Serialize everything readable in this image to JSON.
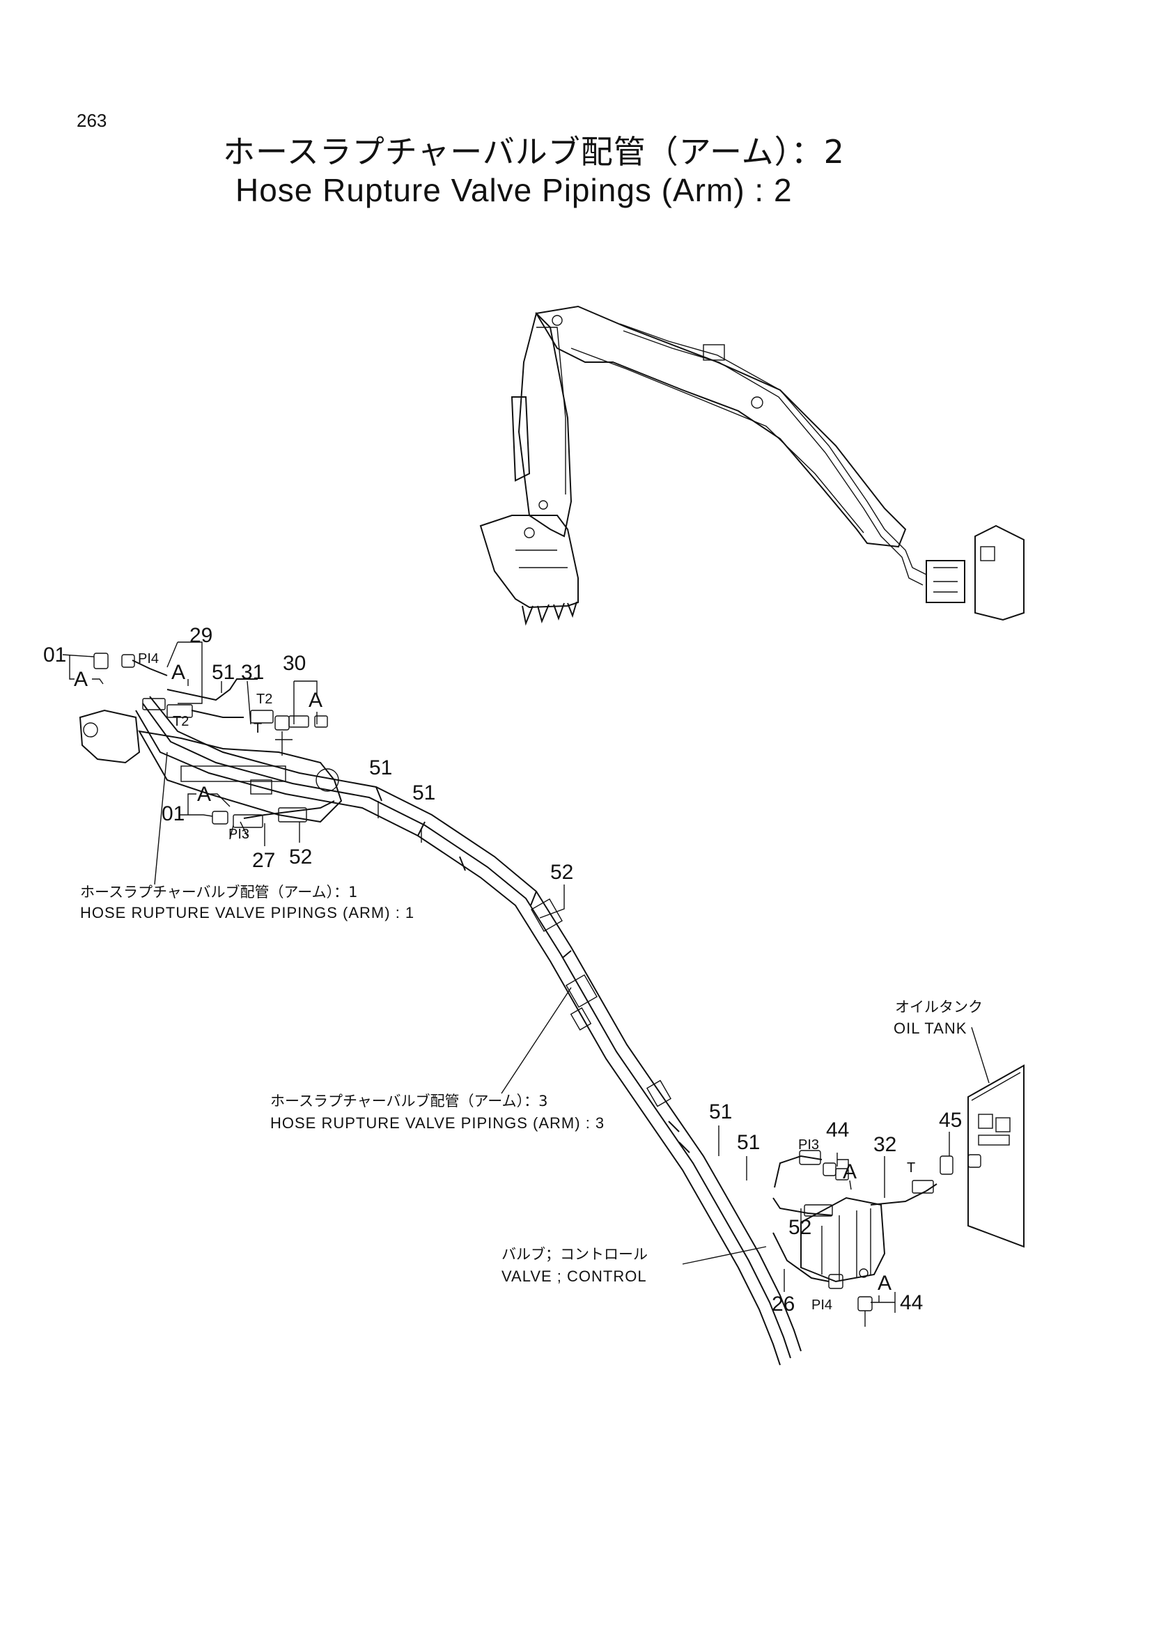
{
  "page": {
    "number": "263",
    "title_ja": "ホースラプチャーバルブ配管（アーム）：2",
    "title_en": "Hose Rupture Valve Pipings (Arm) : 2"
  },
  "callouts": {
    "c01_top": "01",
    "c01_mid": "01",
    "c29": "29",
    "c51_a": "51",
    "c31": "31",
    "c30": "30",
    "c51_b": "51",
    "c51_c": "51",
    "c27": "27",
    "c52_a": "52",
    "c52_b": "52",
    "c51_d": "51",
    "c51_e": "51",
    "c44_a": "44",
    "c32": "32",
    "c45": "45",
    "c52_c": "52",
    "c26": "26",
    "c44_b": "44"
  },
  "markers": {
    "a1": "A",
    "a2": "A",
    "a3": "A",
    "a4": "A",
    "a5": "A",
    "a6": "A"
  },
  "port_labels": {
    "pi4_top": "PI4",
    "t2_a": "T2",
    "t2_b": "T2",
    "t_a": "T",
    "pi3_left": "PI3",
    "pi3_right": "PI3",
    "t_b": "T",
    "pi4_bottom": "PI4"
  },
  "references": {
    "pipings1_ja": "ホースラプチャーバルブ配管（アーム）：1",
    "pipings1_en": "HOSE RUPTURE VALVE PIPINGS (ARM) : 1",
    "pipings3_ja": "ホースラプチャーバルブ配管（アーム）：3",
    "pipings3_en": "HOSE RUPTURE VALVE PIPINGS (ARM) : 3",
    "oil_tank_ja": "オイルタンク",
    "oil_tank_en": "OIL TANK",
    "valve_ja": "バルブ；コントロール",
    "valve_en": "VALVE ; CONTROL"
  }
}
